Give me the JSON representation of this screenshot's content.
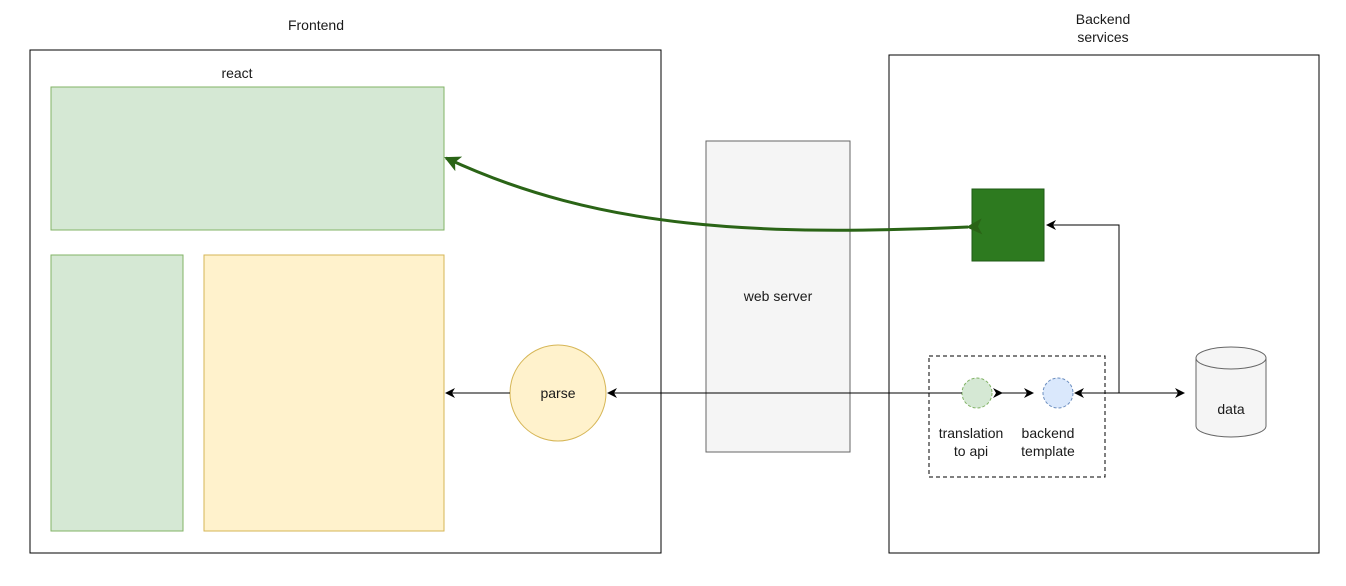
{
  "frontend": {
    "title": "Frontend",
    "react_label": "react"
  },
  "web_server": {
    "label": "web server"
  },
  "backend": {
    "title_line1": "Backend",
    "title_line2": "services"
  },
  "nodes": {
    "parse": "parse",
    "translation_line1": "translation",
    "translation_line2": "to api",
    "backend_template_line1": "backend",
    "backend_template_line2": "template",
    "data": "data"
  },
  "colors": {
    "green_fill": "#d5e8d4",
    "green_stroke": "#82b366",
    "yellow_fill": "#fff2cc",
    "yellow_stroke": "#d6b656",
    "gray_fill": "#f5f5f5",
    "gray_stroke": "#666666",
    "dark_green": "#2d7a1f",
    "arrow_green": "#2a6416",
    "blue_fill": "#dae8fc",
    "blue_stroke": "#6c8ebf"
  }
}
